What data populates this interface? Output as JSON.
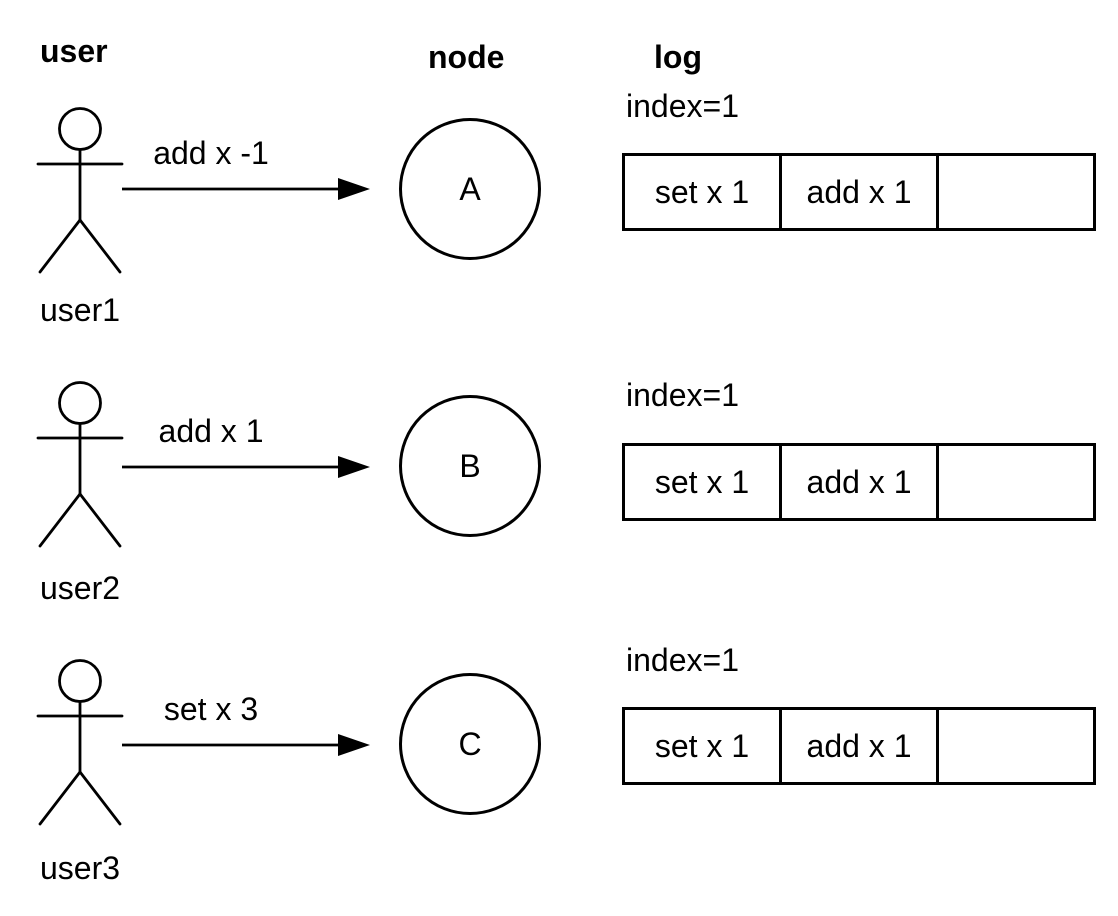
{
  "headers": {
    "user": "user",
    "node": "node",
    "log": "log"
  },
  "colors": {
    "stroke": "#000000",
    "background": "#ffffff"
  },
  "rows": [
    {
      "user": "user1",
      "action": "add x -1",
      "node": "A",
      "log": {
        "index_label": "index=1",
        "cells": [
          "set x 1",
          "add x 1",
          ""
        ]
      }
    },
    {
      "user": "user2",
      "action": "add x 1",
      "node": "B",
      "log": {
        "index_label": "index=1",
        "cells": [
          "set x 1",
          "add x 1",
          ""
        ]
      }
    },
    {
      "user": "user3",
      "action": "set x 3",
      "node": "C",
      "log": {
        "index_label": "index=1",
        "cells": [
          "set x 1",
          "add x 1",
          ""
        ]
      }
    }
  ]
}
